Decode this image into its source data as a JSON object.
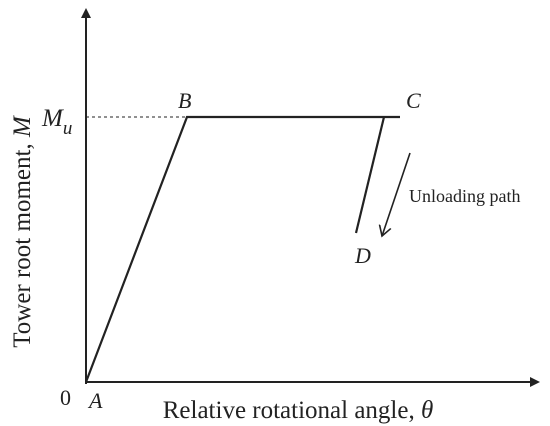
{
  "axes": {
    "y_label_text": "Tower root moment, ",
    "y_label_symbol": "M",
    "x_label_text": "Relative rotational angle, ",
    "x_label_symbol": "θ",
    "origin_label": "0"
  },
  "levels": {
    "mu_main": "M",
    "mu_sub": "u"
  },
  "points": {
    "A": "A",
    "B": "B",
    "C": "C",
    "D": "D"
  },
  "annotation": {
    "unloading_label": "Unloading path"
  },
  "colors": {
    "line": "#222222",
    "background": "#ffffff"
  }
}
